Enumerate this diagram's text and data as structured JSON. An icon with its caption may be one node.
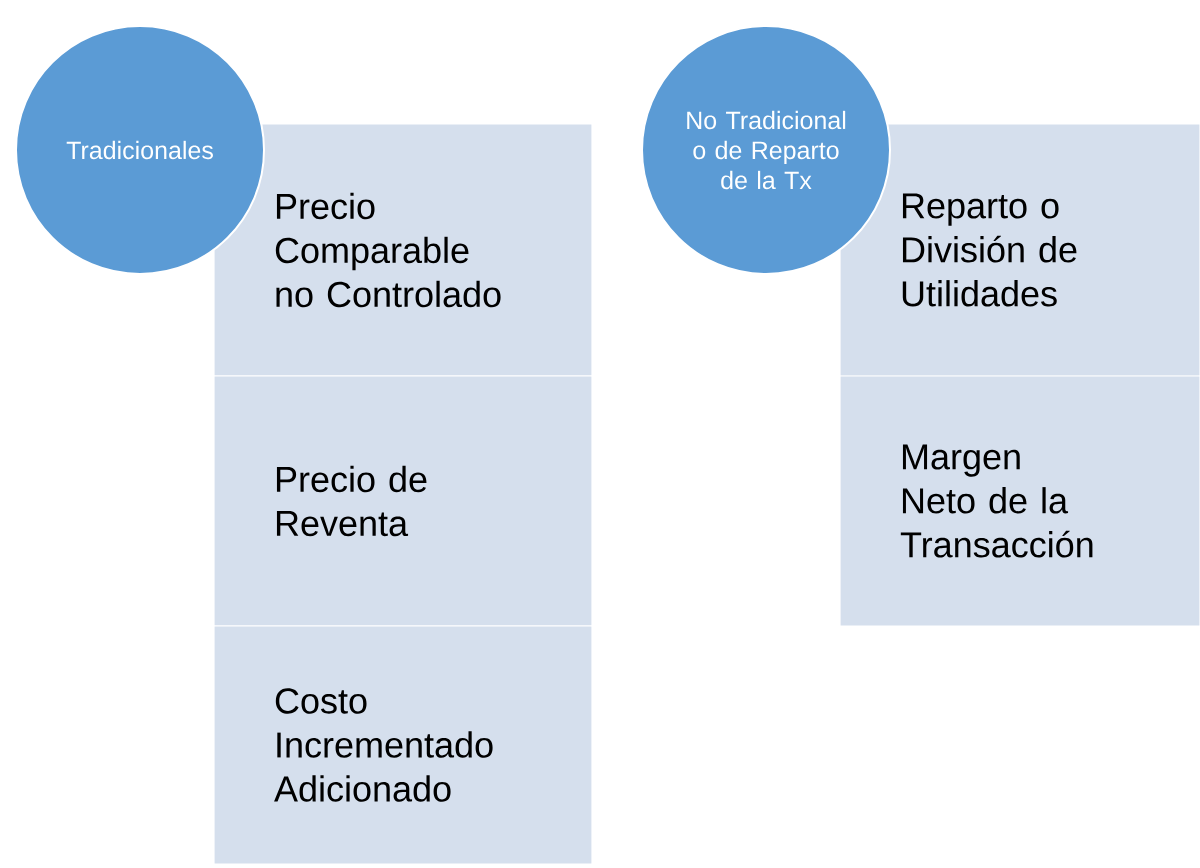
{
  "diagram": {
    "nodes": [
      {
        "text": [
          "Tradicionales"
        ]
      },
      {
        "text": [
          "Precio Comparable no Controlado"
        ]
      },
      {
        "text": [
          "Precio de Reventa"
        ]
      },
      {
        "text": [
          "Costo Incrementado Adicionado"
        ]
      },
      {
        "text": [
          "No Tradicional o de Reparto de la Tx"
        ]
      },
      {
        "text": [
          "Reparto o División de Utilidades"
        ]
      },
      {
        "text": [
          "Margen Neto de la Transacción"
        ]
      }
    ]
  }
}
